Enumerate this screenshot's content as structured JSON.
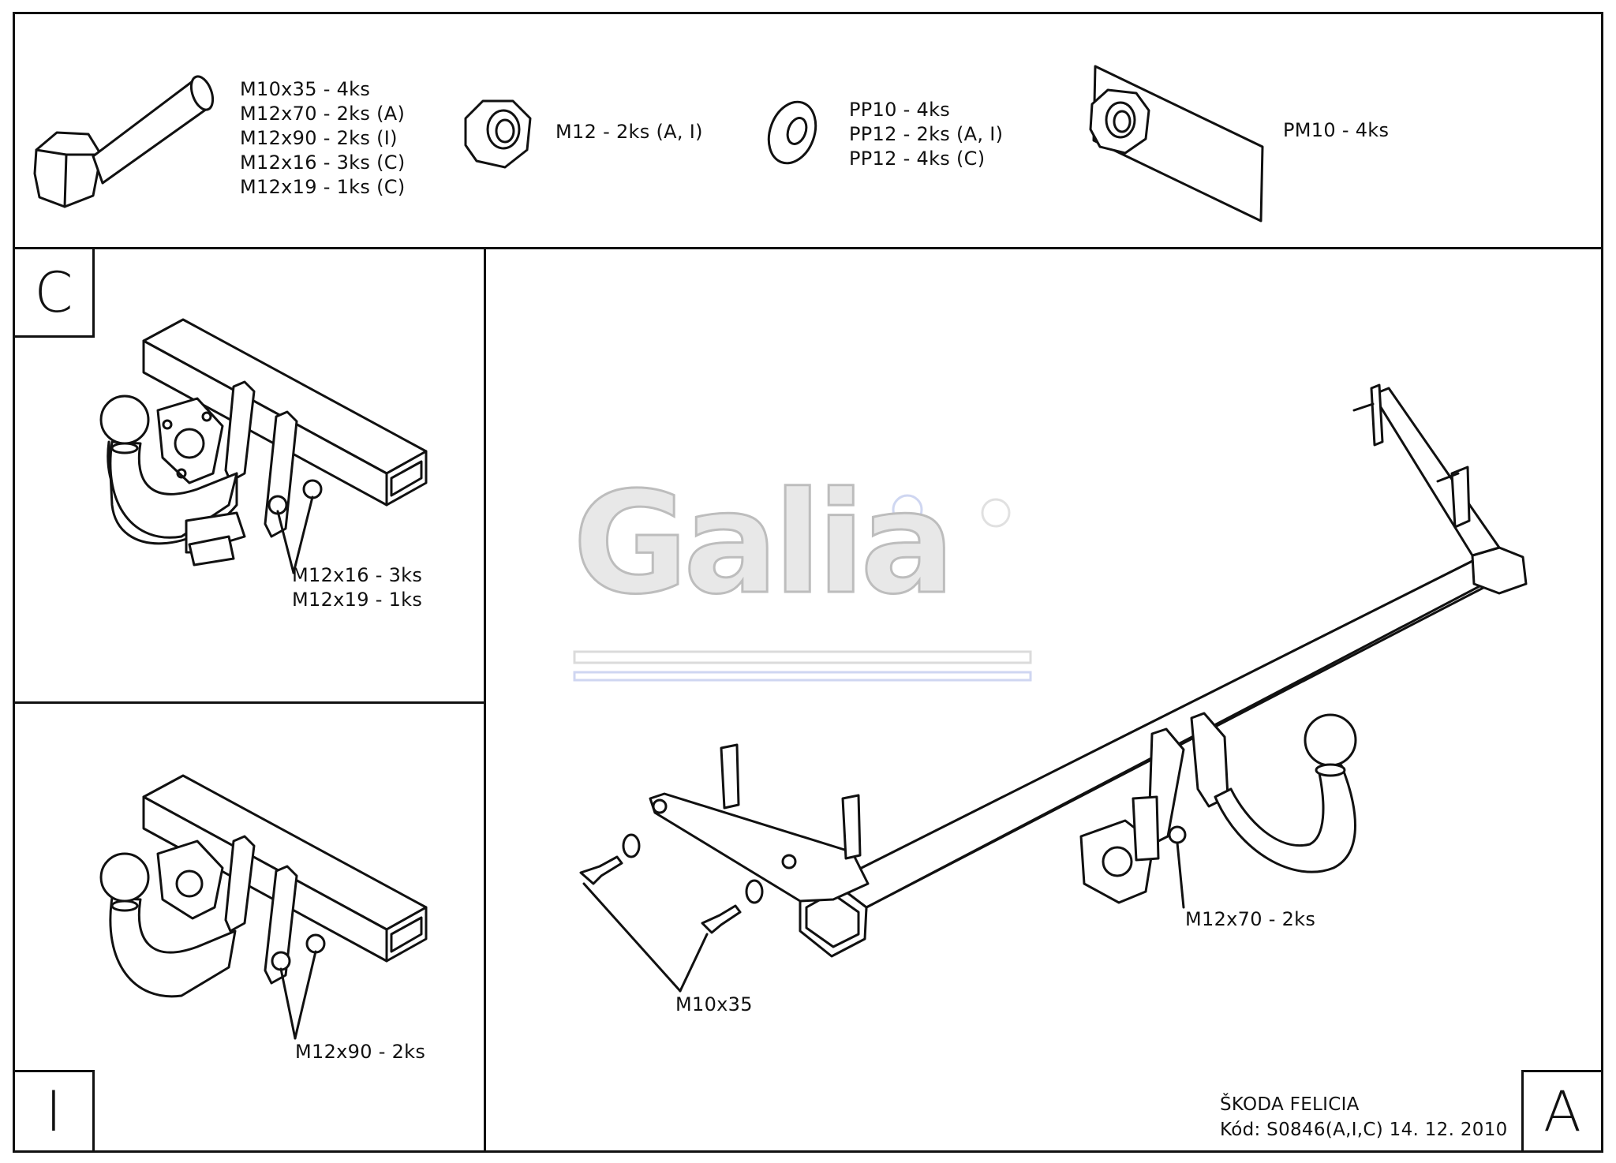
{
  "parts_row": {
    "bolt_labels": [
      "M10x35 - 4ks",
      "M12x70 - 2ks (A)",
      "M12x90 - 2ks (I)",
      "M12x16 - 3ks (C)",
      "M12x19 - 1ks (C)"
    ],
    "nut_label": "M12 - 2ks (A, I)",
    "washer_labels": [
      "PP10 - 4ks",
      "PP12 - 2ks (A, I)",
      "PP12 - 4ks (C)"
    ],
    "plate_nut_label": "PM10 - 4ks"
  },
  "panel_c": {
    "letter": "C",
    "callouts": [
      "M12x16 - 3ks",
      "M12x19 - 1ks"
    ]
  },
  "panel_i": {
    "letter": "I",
    "callout": "M12x90 - 2ks"
  },
  "panel_a": {
    "letter": "A",
    "callout_bolts": "M12x70 - 2ks",
    "callout_screws": "M10x35",
    "watermark": "Galia",
    "title_line1": "ŠKODA FELICIA",
    "title_line2": "Kód: S0846(A,I,C)  14. 12. 2010"
  }
}
